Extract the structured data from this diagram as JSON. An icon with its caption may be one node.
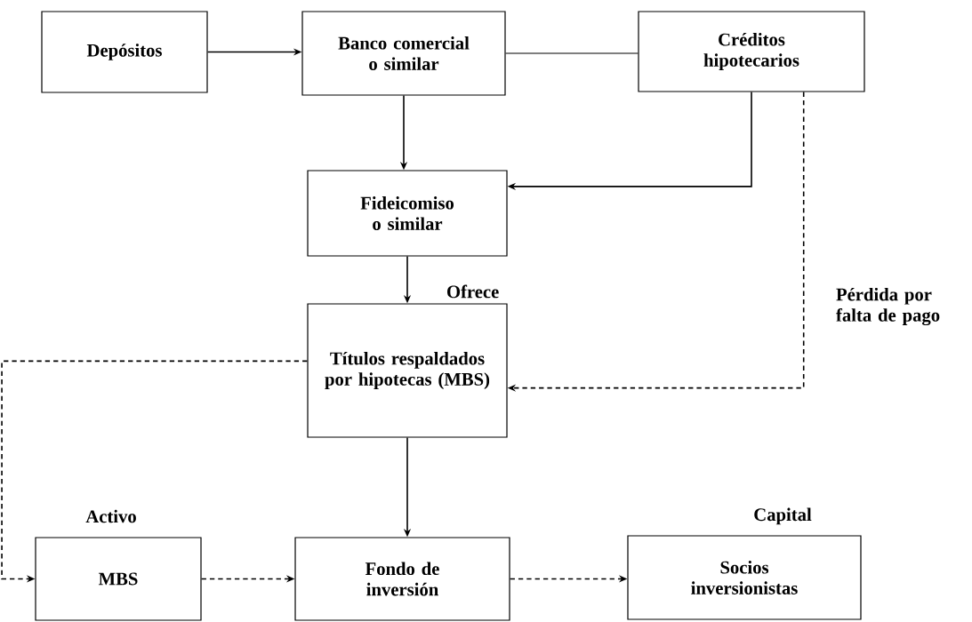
{
  "diagram": {
    "nodes": [
      {
        "text": [
          "Depósitos"
        ]
      },
      {
        "text": [
          "Banco comercial o similar"
        ]
      },
      {
        "text": [
          "Créditos hipotecarios"
        ]
      },
      {
        "text": [
          "Fideicomiso o similar"
        ]
      },
      {
        "text": [
          "Títulos respaldados por hipotecas (MBS)"
        ]
      },
      {
        "text": [
          "MBS"
        ],
        "beside": [
          "Activo"
        ]
      },
      {
        "text": [
          "Fondo de inversión"
        ]
      },
      {
        "text": [
          "Socios inversionistas"
        ],
        "beside": [
          "Capital"
        ]
      }
    ],
    "edges": [
      {
        "from": 0,
        "to": 1,
        "arrow": "to"
      },
      {
        "from": 1,
        "to": 2,
        "arrow": "none"
      },
      {
        "from": 1,
        "to": 3,
        "arrow": "to"
      },
      {
        "from": 2,
        "to": 3,
        "arrow": "to"
      },
      {
        "from": 3,
        "to": 4,
        "arrow": "to",
        "label": "Ofrece"
      },
      {
        "from": 2,
        "to": 4,
        "arrow": "to",
        "style": "dashed",
        "label": "Pérdida por falta de pago"
      },
      {
        "from": 4,
        "to": 5,
        "arrow": "to",
        "style": "dashed"
      },
      {
        "from": 4,
        "to": 6,
        "arrow": "to"
      },
      {
        "from": 5,
        "to": 6,
        "arrow": "to",
        "style": "dashed"
      },
      {
        "from": 6,
        "to": 7,
        "arrow": "to",
        "style": "dashed"
      }
    ]
  }
}
